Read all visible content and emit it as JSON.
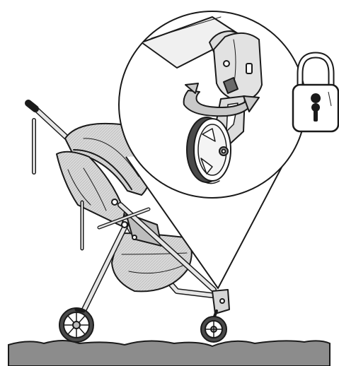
{
  "figure": {
    "subject": "stroller-front-wheel-swivel-lock",
    "icons": [
      "stroller",
      "swivel-wheel-detail",
      "rotate-arrow",
      "padlock-locked"
    ],
    "colors": {
      "line": "#1a1a1a",
      "fabric": "#c9c9c9",
      "fabric_dark": "#9a9a9a",
      "metal": "#d6d6d6",
      "ground": "#8c8c8c",
      "background": "#ffffff"
    }
  }
}
